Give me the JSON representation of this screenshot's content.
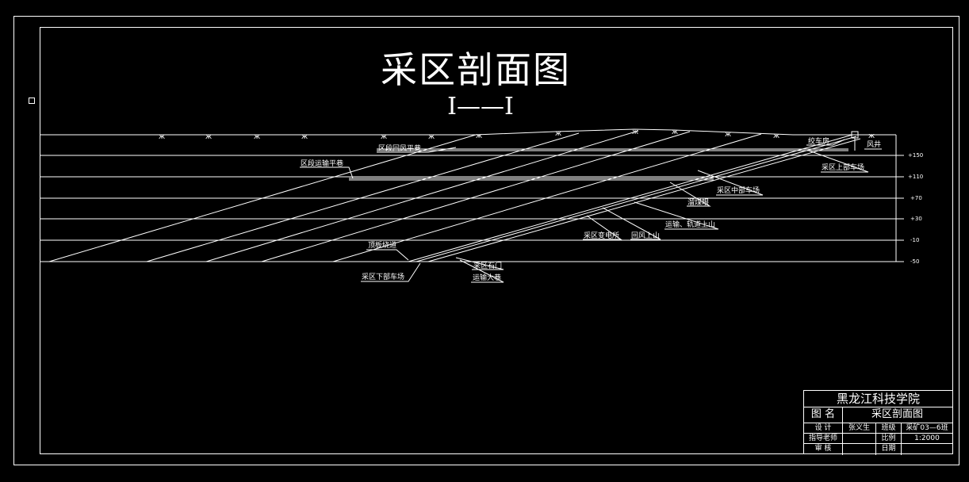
{
  "title": "采区剖面图",
  "section_label": "I——I",
  "labels": {
    "return_air_roadway": "区段回风平巷",
    "haulage_roadway": "区段运输平巷",
    "winch_room": "绞车房",
    "air_shaft": "风井",
    "upper_yard": "采区上部车场",
    "middle_yard": "采区中部车场",
    "coal_bin": "溜煤眼",
    "haulage_track_incline": "运输、轨道上山",
    "return_incline": "回风上山",
    "car_station": "采区变电所",
    "roof_roadway": "顶板绕道",
    "lower_yard": "采区下部车场",
    "crosscut": "采区石门",
    "main_haulage": "运输大巷"
  },
  "elevations": [
    "+150",
    "+110",
    "+70",
    "+30",
    "-10",
    "-50"
  ],
  "title_block": {
    "school": "黑龙江科技学院",
    "drawing_name_label": "图  名",
    "drawing_name": "采区剖面图",
    "design_label": "设  计",
    "designer": "张义生",
    "class_label": "班级",
    "class_value": "采矿03—6班",
    "advisor_label": "指导老师",
    "scale_label": "比例",
    "scale_value": "1:2000",
    "review_label": "审  核",
    "date_label": "日期"
  },
  "colors": {
    "background": "#000000",
    "line": "#ffffff"
  }
}
